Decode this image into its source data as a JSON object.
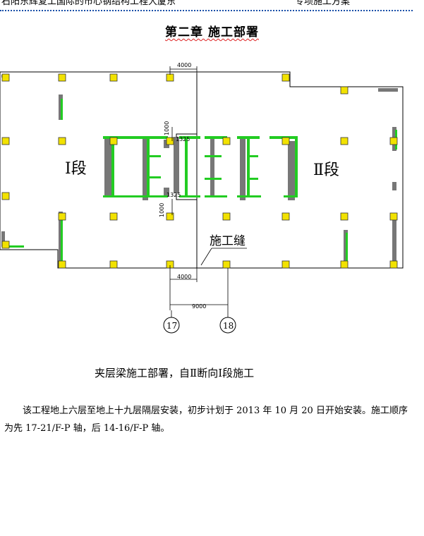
{
  "header": {
    "left_text": "石阳东辉复工国际的市心钢结构工程大厦东",
    "right_text": "专项施工方案"
  },
  "chapter": {
    "title": "第二章  施工部署"
  },
  "drawing": {
    "section_one_label": "Ⅰ段",
    "section_two_label": "Ⅱ段",
    "construction_joint_label": "施工缝",
    "dimensions": {
      "top_offset": "4000",
      "bottom_offset": "4000",
      "axis_spacing": "9000",
      "upper_step": "1325",
      "lower_step": "1325",
      "upper_vertical": "1000",
      "lower_vertical": "1000"
    },
    "axes": {
      "left": "17",
      "right": "18"
    }
  },
  "caption": "夹层梁施工部署，自Ⅱ断向Ⅰ段施工",
  "body_text": "该工程地上六层至地上十九层隔层安装，初步计划于 2013 年 10 月 20 日开始安装。施工顺序为先 17-21/F-P 轴，后 14-16/F-P 轴。",
  "colors": {
    "beam_green": "#22cc22",
    "column_yellow": "#f2e200",
    "wall_gray": "#777777",
    "rule_blue": "#1a4fa8"
  }
}
